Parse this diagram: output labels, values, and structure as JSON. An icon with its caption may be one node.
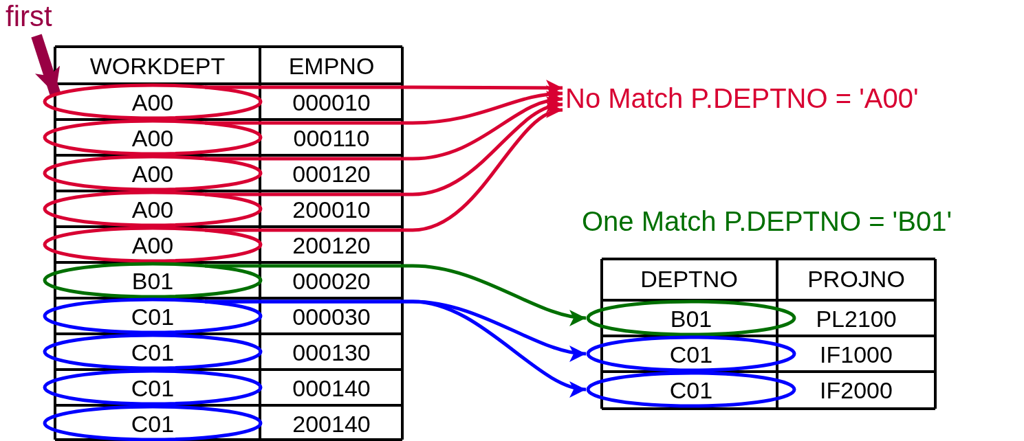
{
  "diagram": {
    "nodes": [
      {
        "text": [
          "first"
        ]
      },
      {
        "text": [
          "A00"
        ]
      },
      {
        "text": [
          "A00"
        ]
      },
      {
        "text": [
          "A00"
        ]
      },
      {
        "text": [
          "A00"
        ]
      },
      {
        "text": [
          "A00"
        ]
      },
      {
        "text": [
          "B01"
        ]
      },
      {
        "text": [
          "C01"
        ]
      },
      {
        "text": [
          "C01"
        ]
      },
      {
        "text": [
          "C01"
        ]
      },
      {
        "text": [
          "C01"
        ]
      },
      {
        "text": [
          "No Match P.DEPTNO = 'A00'"
        ]
      },
      {
        "text": [
          "B01"
        ]
      },
      {
        "text": [
          "C01"
        ]
      },
      {
        "text": [
          "C01"
        ]
      }
    ],
    "edges": [
      {
        "from": 0,
        "to": 1,
        "arrow": "to",
        "style": "thick",
        "color": "#990044"
      },
      {
        "from": 1,
        "to": 11,
        "arrow": "to"
      },
      {
        "from": 2,
        "to": 11,
        "arrow": "to"
      },
      {
        "from": 3,
        "to": 11,
        "arrow": "to"
      },
      {
        "from": 4,
        "to": 11,
        "arrow": "to"
      },
      {
        "from": 5,
        "to": 11,
        "arrow": "to"
      },
      {
        "from": 6,
        "to": 12,
        "arrow": "to",
        "color": "#006f00"
      },
      {
        "from": 7,
        "to": 13,
        "arrow": "to",
        "color": "#0000ff"
      },
      {
        "from": 7,
        "to": 14,
        "arrow": "to",
        "color": "#0000ff"
      }
    ],
    "labels": [
      "WORKDEPT",
      "EMPNO",
      "000010",
      "000110",
      "000120",
      "200010",
      "200120",
      "000020",
      "000030",
      "000130",
      "000140",
      "200140",
      "One Match P.DEPTNO = 'B01'",
      "DEPTNO",
      "PROJNO",
      "PL2100",
      "IF1000",
      "IF2000"
    ]
  }
}
